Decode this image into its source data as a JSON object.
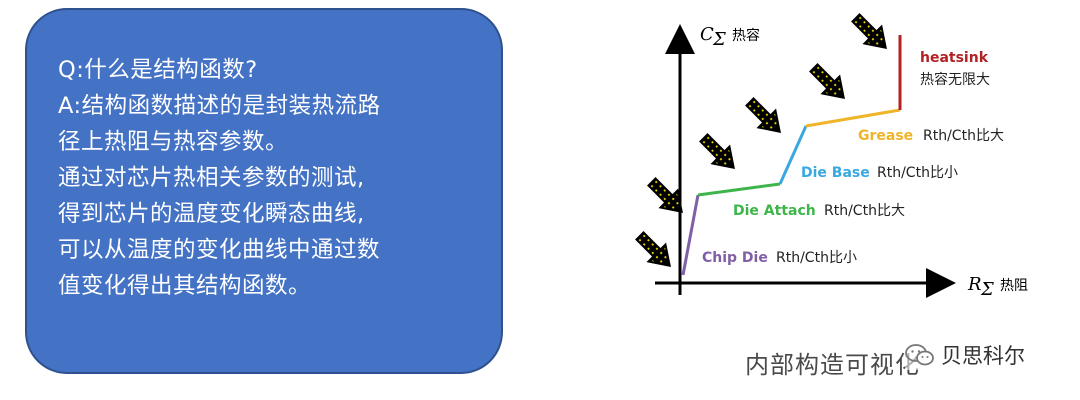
{
  "qa": {
    "lines": [
      "Q:什么是结构函数?",
      "A:结构函数描述的是封装热流路",
      "径上热阻与热容参数。",
      "通过对芯片热相关参数的测试,",
      "得到芯片的温度变化瞬态曲线,",
      "可以从温度的变化曲线中通过数",
      "值变化得出其结构函数。"
    ]
  },
  "diagram": {
    "y_axis": {
      "symbol": "C",
      "subscript": "Σ",
      "label": "热容"
    },
    "x_axis": {
      "symbol": "R",
      "subscript": "Σ",
      "label": "热阻"
    },
    "segments": [
      {
        "name": "Chip Die",
        "desc": "Rth/Cth比小",
        "color": "#7f5fa6"
      },
      {
        "name": "Die Attach",
        "desc": "Rth/Cth比大",
        "color": "#3db54a"
      },
      {
        "name": "Die Base",
        "desc": "Rth/Cth比小",
        "color": "#3aa8e0"
      },
      {
        "name": "Grease",
        "desc": "Rth/Cth比大",
        "color": "#f0b429"
      },
      {
        "name": "heatsink",
        "desc": "热容无限大",
        "color": "#b22222"
      }
    ],
    "caption": "内部构造可视化"
  },
  "watermark": {
    "text": "贝思科尔",
    "icon": "wechat-icon"
  }
}
